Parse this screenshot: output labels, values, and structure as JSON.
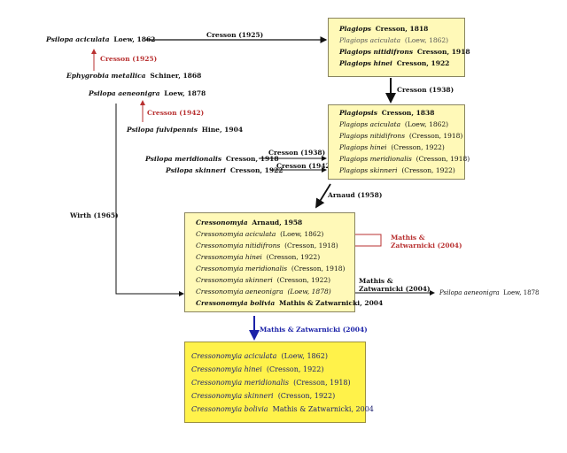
{
  "colors": {
    "red": "#b83030",
    "blue": "#1b22a8",
    "black": "#111111",
    "box_fill": "#fff9b8",
    "final_box_fill": "#fff24a"
  },
  "left_taxa": {
    "psilopa_aciculata": {
      "genus": "Psilopa aciculata",
      "author": "Loew, 1862"
    },
    "ephygrobia_metallica": {
      "genus": "Ephygrobia metallica",
      "author": "Schiner, 1868"
    },
    "psilopa_aeneonigra": {
      "genus": "Psilopa aeneonigra",
      "author": "Loew, 1878"
    },
    "psilopa_fulvipennis": {
      "genus": "Psilopa fulvipennis",
      "author": "Hine, 1904"
    },
    "psilopa_meridionalis": {
      "genus": "Psilopa meridionalis",
      "author": "Cresson, 1918"
    },
    "psilopa_skinneri": {
      "genus": "Psilopa skinneri",
      "author": "Cresson, 1922"
    }
  },
  "arrow_labels": {
    "cresson_1925_top": "Cresson (1925)",
    "cresson_1925_red": "Cresson (1925)",
    "cresson_1942_red": "Cresson (1942)",
    "cresson_1938_down": "Cresson (1938)",
    "cresson_1938_mer": "Cresson (1938)",
    "cresson_1942_ski": "Cresson (1942)",
    "arnaud_1958": "Arnaud (1958)",
    "wirth_1965": "Wirth (1965)",
    "mathis_red_1": "Mathis &",
    "mathis_red_2": "Zatwarnicki (2004)",
    "mathis_black_1": "Mathis &",
    "mathis_black_2": "Zatwarnicki (2004)",
    "mathis_blue": "Mathis & Zatwarnicki (2004)"
  },
  "box_plagiops": [
    {
      "name": "Plagiops",
      "author": "Cresson, 1818",
      "style": "bold"
    },
    {
      "name": "Plagiops aciculata",
      "author": "(Loew, 1862)",
      "style": "grey"
    },
    {
      "name": "Plagiops nitidifrons",
      "author": "Cresson, 1918",
      "style": "bold"
    },
    {
      "name": "Plagiops hinei",
      "author": "Cresson, 1922",
      "style": "bold"
    }
  ],
  "box_plagiopsis": [
    {
      "name": "Plagiopsis",
      "author": "Cresson, 1838",
      "style": "bold"
    },
    {
      "name": "Plagiops aciculata",
      "author": "(Loew, 1862)",
      "style": "normal"
    },
    {
      "name": "Plagiops nitidifrons",
      "author": "(Cresson, 1918)",
      "style": "normal"
    },
    {
      "name": "Plagiops hinei",
      "author": "(Cresson, 1922)",
      "style": "normal"
    },
    {
      "name": "Plagiops meridionalis",
      "author": "(Cresson, 1918)",
      "style": "normal"
    },
    {
      "name": "Plagiops skinneri",
      "author": "(Cresson, 1922)",
      "style": "normal"
    }
  ],
  "box_cressonomyia": [
    {
      "name": "Cressonomyia",
      "author": "Arnaud, 1958",
      "style": "bold"
    },
    {
      "name": "Cressonomyia aciculata",
      "author": "(Loew, 1862)",
      "style": "normal"
    },
    {
      "name": "Cressonomyia nitidifrons",
      "author": "(Cresson, 1918)",
      "style": "normal"
    },
    {
      "name": "Cressonomyia hinei",
      "author": "(Cresson, 1922)",
      "style": "normal"
    },
    {
      "name": "Cressonomyia meridionalis",
      "author": "(Cresson, 1918)",
      "style": "normal"
    },
    {
      "name": "Cressonomyia skinneri",
      "author": "(Cresson, 1922)",
      "style": "normal"
    },
    {
      "name": "Cressonomyia aeneonigra",
      "author": "(Loew, 1878)",
      "style": "italic-all"
    },
    {
      "name": "Cressonomyia bolivia",
      "author": "Mathis & Zatwarnicki, 2004",
      "style": "bold"
    }
  ],
  "box_final": [
    {
      "name": "Cressonomyia aciculata",
      "author": "(Loew, 1862)"
    },
    {
      "name": "Cressonomyia hinei",
      "author": "(Cresson, 1922)"
    },
    {
      "name": "Cressonomyia meridionalis",
      "author": "(Cresson, 1918)"
    },
    {
      "name": "Cressonomyia skinneri",
      "author": "(Cresson, 1922)"
    },
    {
      "name": "Cressonomyia bolivia",
      "author": "Mathis & Zatwarnicki, 2004"
    }
  ],
  "right_taxon": {
    "genus": "Psilopa aeneonigra",
    "author": "Loew, 1878"
  }
}
